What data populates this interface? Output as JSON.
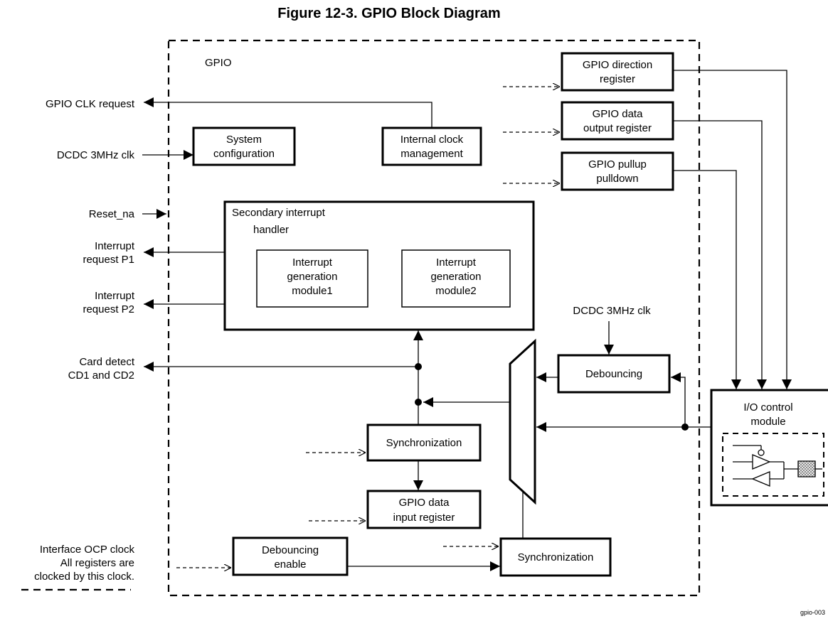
{
  "title": "Figure 12-3. GPIO Block Diagram",
  "footer_id": "gpio-003",
  "gpio_label": "GPIO",
  "signals": {
    "clk_request": "GPIO CLK request",
    "dcdc_clk": "DCDC 3MHz clk",
    "reset": "Reset_na",
    "irq_p1": [
      "Interrupt",
      "request P1"
    ],
    "irq_p2": [
      "Interrupt",
      "request P2"
    ],
    "card_detect": [
      "Card detect",
      "CD1 and CD2"
    ],
    "ocp_clock": [
      "Interface OCP clock",
      "All registers are",
      "clocked by this clock."
    ],
    "dcdc_clk_debounce": "DCDC 3MHz clk"
  },
  "blocks": {
    "system_config": [
      "System",
      "configuration"
    ],
    "internal_clock": [
      "Internal clock",
      "management"
    ],
    "direction_reg": [
      "GPIO direction",
      "register"
    ],
    "data_output_reg": [
      "GPIO data",
      "output register"
    ],
    "pullup": [
      "GPIO pullup",
      "pulldown"
    ],
    "secondary_irq": [
      "Secondary interrupt",
      "handler"
    ],
    "irq_gen1": [
      "Interrupt",
      "generation",
      "module1"
    ],
    "irq_gen2": [
      "Interrupt",
      "generation",
      "module2"
    ],
    "debouncing": "Debouncing",
    "sync1": "Synchronization",
    "data_input_reg": [
      "GPIO data",
      "input register"
    ],
    "debounce_enable": [
      "Debouncing",
      "enable"
    ],
    "sync2": "Synchronization",
    "io_control": [
      "I/O control",
      "module"
    ]
  },
  "colors": {
    "stroke": "#000000",
    "background": "#ffffff",
    "pad_hatch": "#bbbbbb"
  }
}
